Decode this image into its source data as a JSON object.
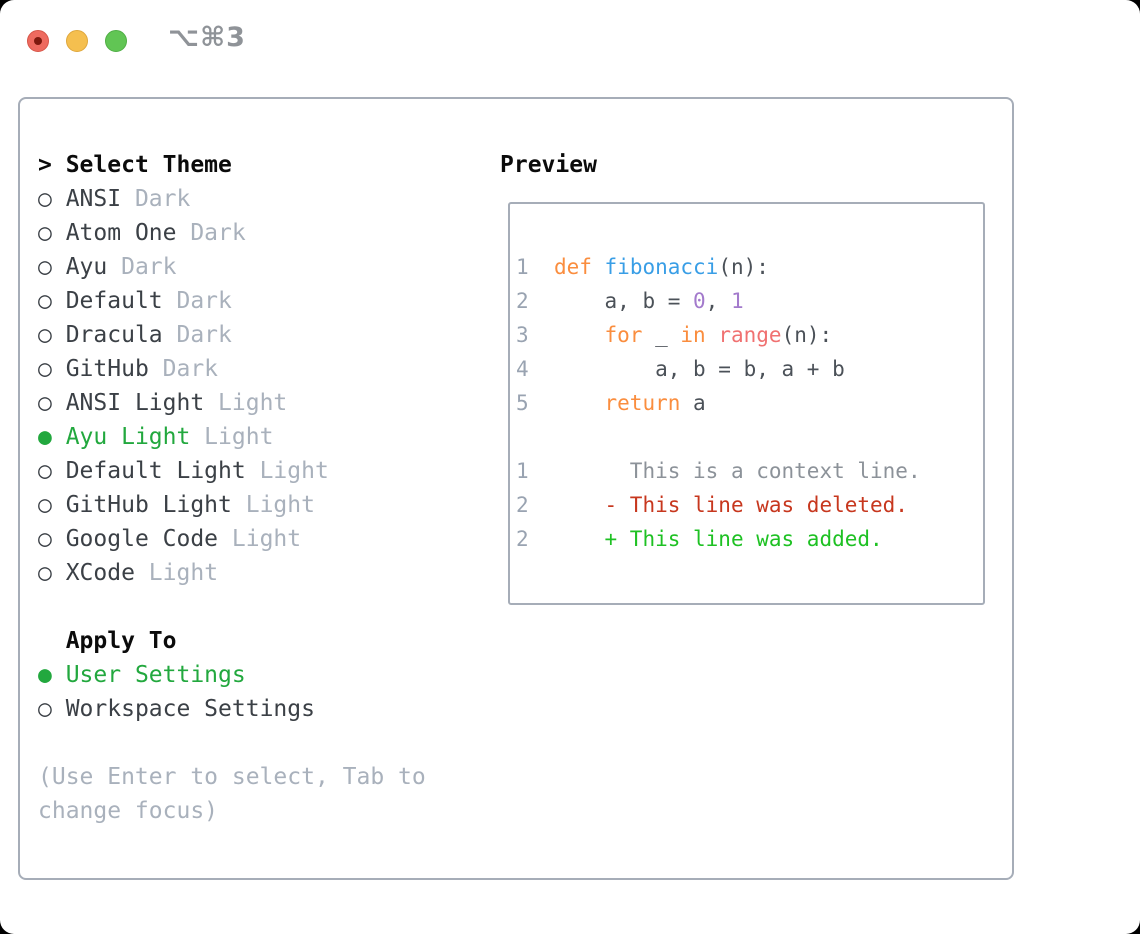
{
  "window": {
    "title": "⌥⌘3",
    "controls": [
      {
        "icon": "close-icon",
        "name": "close"
      },
      {
        "icon": "minimize-icon",
        "name": "minimize"
      },
      {
        "icon": "zoom-icon",
        "name": "zoom"
      }
    ]
  },
  "markers": {
    "header": "> ",
    "unselected": "○ ",
    "selected": "● ",
    "indent": "  "
  },
  "colors": {
    "border": "#a6adb8",
    "header": "#0b0b0b",
    "name": "#3b4046",
    "muted": "#a9b1bc",
    "green": "#22a83e",
    "ln": "#99a3b1",
    "fg": "#4b5158",
    "orange": "#fa8d3e",
    "blue": "#399ee6",
    "purple": "#a37acc",
    "coral": "#f07171",
    "ctx": "#8c9299",
    "red": "#c7371e",
    "addgreen": "#1ec123"
  },
  "left": {
    "header": "Select Theme",
    "themes": [
      {
        "name": "ANSI",
        "tag": "Dark",
        "selected": false
      },
      {
        "name": "Atom One",
        "tag": "Dark",
        "selected": false
      },
      {
        "name": "Ayu",
        "tag": "Dark",
        "selected": false
      },
      {
        "name": "Default",
        "tag": "Dark",
        "selected": false
      },
      {
        "name": "Dracula",
        "tag": "Dark",
        "selected": false
      },
      {
        "name": "GitHub",
        "tag": "Dark",
        "selected": false
      },
      {
        "name": "ANSI Light",
        "tag": "Light",
        "selected": false
      },
      {
        "name": "Ayu Light",
        "tag": "Light",
        "selected": true
      },
      {
        "name": "Default Light",
        "tag": "Light",
        "selected": false
      },
      {
        "name": "GitHub Light",
        "tag": "Light",
        "selected": false
      },
      {
        "name": "Google Code",
        "tag": "Light",
        "selected": false
      },
      {
        "name": "XCode",
        "tag": "Light",
        "selected": false
      }
    ],
    "apply_header": "Apply To",
    "apply_options": [
      {
        "label": "User Settings",
        "selected": true
      },
      {
        "label": "Workspace Settings",
        "selected": false
      }
    ],
    "help_lines": [
      "(Use Enter to select, Tab to",
      "change focus)"
    ]
  },
  "preview": {
    "header": "Preview",
    "lines": [
      [
        {
          "t": "1  ",
          "c": "ln"
        },
        {
          "t": "def",
          "c": "kw"
        },
        {
          "t": " ",
          "c": "fg"
        },
        {
          "t": "fibonacci",
          "c": "fn"
        },
        {
          "t": "(n):",
          "c": "fg"
        }
      ],
      [
        {
          "t": "2  ",
          "c": "ln"
        },
        {
          "t": "    a, b = ",
          "c": "fg"
        },
        {
          "t": "0",
          "c": "num"
        },
        {
          "t": ", ",
          "c": "fg"
        },
        {
          "t": "1",
          "c": "num"
        }
      ],
      [
        {
          "t": "3  ",
          "c": "ln"
        },
        {
          "t": "    ",
          "c": "fg"
        },
        {
          "t": "for",
          "c": "kw"
        },
        {
          "t": " _ ",
          "c": "fg"
        },
        {
          "t": "in",
          "c": "kw"
        },
        {
          "t": " ",
          "c": "fg"
        },
        {
          "t": "range",
          "c": "call"
        },
        {
          "t": "(n):",
          "c": "fg"
        }
      ],
      [
        {
          "t": "4  ",
          "c": "ln"
        },
        {
          "t": "        a, b = b, a + b",
          "c": "fg"
        }
      ],
      [
        {
          "t": "5  ",
          "c": "ln"
        },
        {
          "t": "    ",
          "c": "fg"
        },
        {
          "t": "return",
          "c": "kw"
        },
        {
          "t": " a",
          "c": "fg"
        }
      ],
      [],
      [
        {
          "t": "1  ",
          "c": "ln"
        },
        {
          "t": "      This is a context line.",
          "c": "ctx"
        }
      ],
      [
        {
          "t": "2  ",
          "c": "ln"
        },
        {
          "t": "    - This line was deleted.",
          "c": "del"
        }
      ],
      [
        {
          "t": "2  ",
          "c": "ln"
        },
        {
          "t": "    + This line was added.",
          "c": "add"
        }
      ]
    ]
  }
}
